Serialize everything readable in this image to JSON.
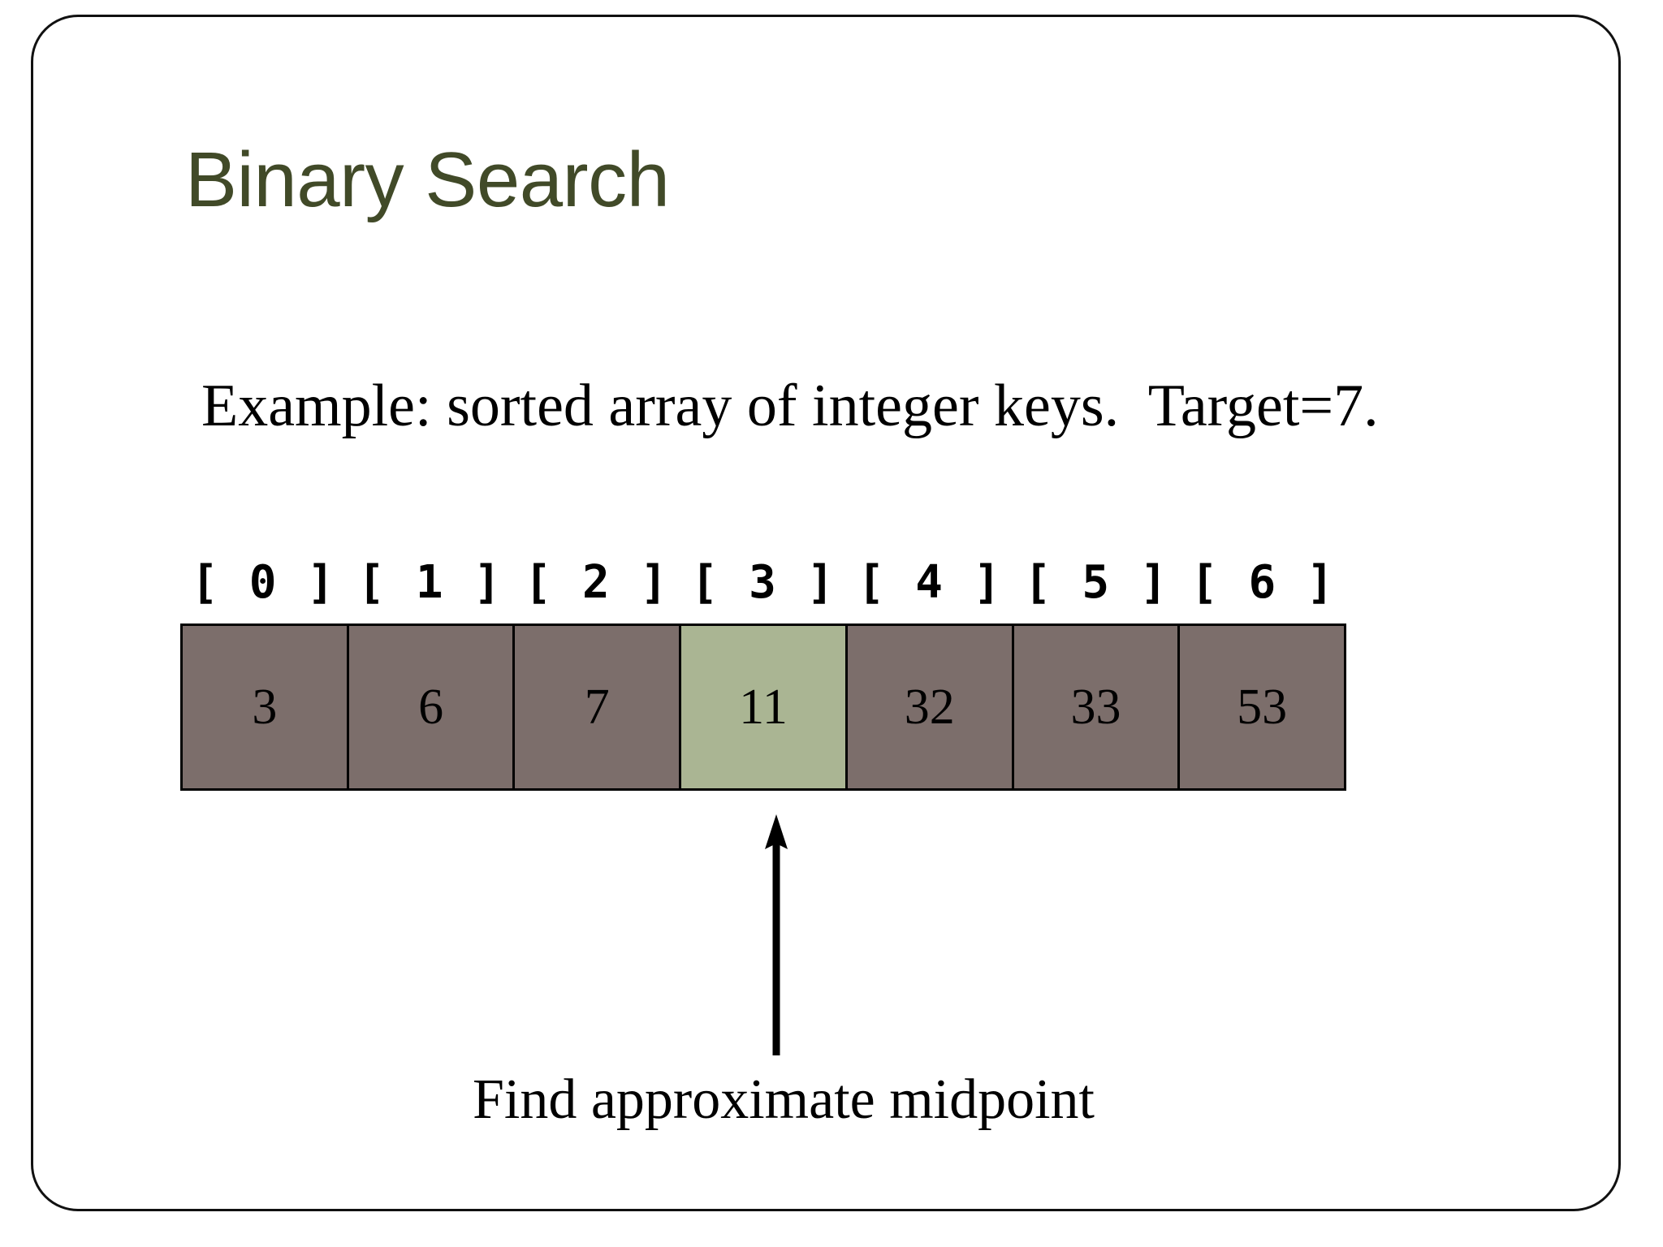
{
  "slide": {
    "title": "Binary Search",
    "title_color": "#414A28",
    "background_color": "#FFFFFF",
    "border_color": "#111111",
    "example_line": "Example: sorted array of integer keys.  Target=7."
  },
  "array": {
    "cell_color": "#7C6E6B",
    "highlight_color": "#AAB593",
    "border_color": "#000000",
    "highlight_index": 3,
    "indices": [
      "[ 0 ]",
      "[ 1 ]",
      "[ 2 ]",
      "[ 3 ]",
      "[ 4 ]",
      "[ 5 ]",
      "[ 6 ]"
    ],
    "values": [
      "3",
      "6",
      "7",
      "11",
      "32",
      "33",
      "53"
    ]
  },
  "annotation": {
    "arrow_icon": "up-arrow-icon",
    "caption": "Find approximate midpoint"
  }
}
